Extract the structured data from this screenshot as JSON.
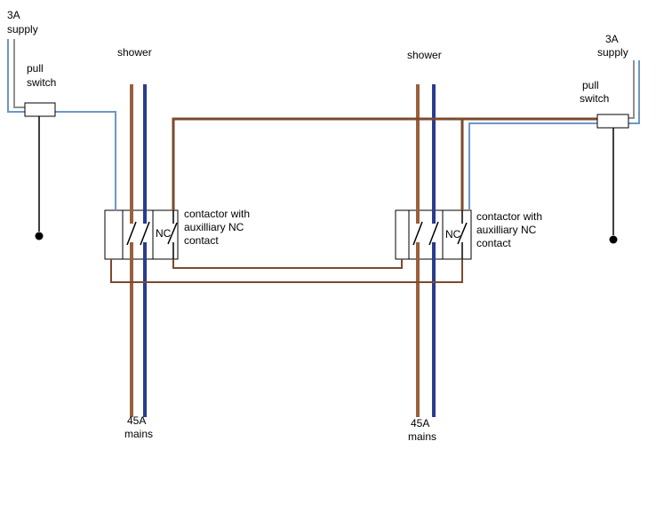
{
  "diagram_type": "electrical wiring diagram (two showers with interlocked contactors)",
  "labels": {
    "supply_left": {
      "line1": "3A",
      "line2": "supply"
    },
    "pull_switch_left": {
      "line1": "pull",
      "line2": "switch"
    },
    "shower_left": "shower",
    "shower_right": "shower",
    "supply_right": {
      "line1": "3A",
      "line2": "supply"
    },
    "pull_switch_right": {
      "line1": "pull",
      "line2": "switch"
    },
    "contactor_left": {
      "line1": "contactor with",
      "line2": "auxilliary NC",
      "line3": "contact"
    },
    "contactor_right": {
      "line1": "contactor with",
      "line2": "auxilliary NC",
      "line3": "contact"
    },
    "nc_left": "NC",
    "nc_right": "NC",
    "mains_left": {
      "line1": "45A",
      "line2": "mains"
    },
    "mains_right": {
      "line1": "45A",
      "line2": "mains"
    }
  },
  "colors": {
    "wire_brown": "#9a5f3d",
    "wire_brown_routing": "#7b4a2e",
    "wire_blue_mains": "#2b3b8f",
    "wire_blue_routing": "#6d96c8",
    "wire_grey": "#8e8e8e",
    "wire_black": "#000000",
    "background": "#ffffff"
  }
}
